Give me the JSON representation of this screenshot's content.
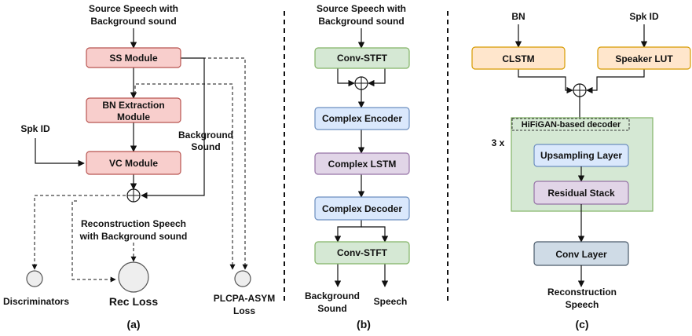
{
  "colors": {
    "red_fill": "#f8cecc",
    "red_stroke": "#b85450",
    "green_fill": "#d5e8d4",
    "green_stroke": "#82b366",
    "blue_fill": "#dae8fc",
    "blue_stroke": "#6c8ebf",
    "purple_fill": "#e1d5e7",
    "purple_stroke": "#9673a6",
    "orange_fill": "#ffe6cc",
    "orange_stroke": "#d79b00",
    "slate_fill": "#cfdbe6",
    "slate_stroke": "#4a5a6a",
    "grey_fill": "#eeeeee",
    "grey_stroke": "#555555"
  },
  "panel_a": {
    "input_line1": "Source Speech with",
    "input_line2": "Background sound",
    "ss_module": "SS Module",
    "bn_line1": "BN Extraction",
    "bn_line2": "Module",
    "spk_id": "Spk ID",
    "vc_module": "VC Module",
    "bg_line1": "Background",
    "bg_line2": "Sound",
    "recon_line1": "Reconstruction Speech",
    "recon_line2": "with Background sound",
    "discriminators": "Discriminators",
    "rec_loss": "Rec Loss",
    "plcpa_line1": "PLCPA-ASYM",
    "plcpa_line2": "Loss",
    "caption": "(a)"
  },
  "panel_b": {
    "input_line1": "Source Speech with",
    "input_line2": "Background sound",
    "conv_stft_top": "Conv-STFT",
    "complex_encoder": "Complex Encoder",
    "complex_lstm": "Complex LSTM",
    "complex_decoder": "Complex Decoder",
    "conv_stft_bottom": "Conv-STFT",
    "out_bg_line1": "Background",
    "out_bg_line2": "Sound",
    "out_speech": "Speech",
    "caption": "(b)"
  },
  "panel_c": {
    "bn": "BN",
    "spk_id": "Spk ID",
    "clstm": "CLSTM",
    "speaker_lut": "Speaker LUT",
    "decoder_title": "HiFiGAN-based decoder",
    "repeat": "3 x",
    "upsampling": "Upsampling Layer",
    "residual": "Residual Stack",
    "conv_layer": "Conv Layer",
    "out_line1": "Reconstruction",
    "out_line2": "Speech",
    "caption": "(c)"
  }
}
